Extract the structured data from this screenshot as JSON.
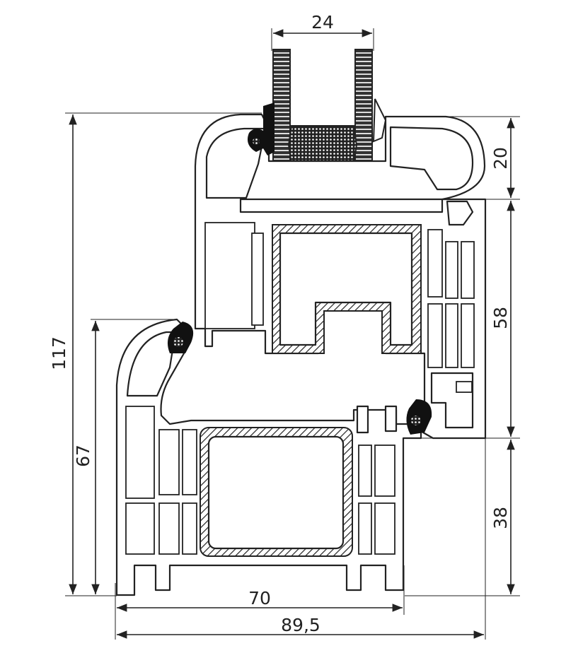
{
  "dimensions": {
    "glass_thickness": "24",
    "sash_top": "20",
    "sash_height": "58",
    "frame_height": "38",
    "total_height": "117",
    "frame_inner_height": "67",
    "frame_depth": "70",
    "total_depth": "89,5"
  },
  "colors": {
    "line": "#222222",
    "background": "#ffffff",
    "gasket": "#111111"
  }
}
